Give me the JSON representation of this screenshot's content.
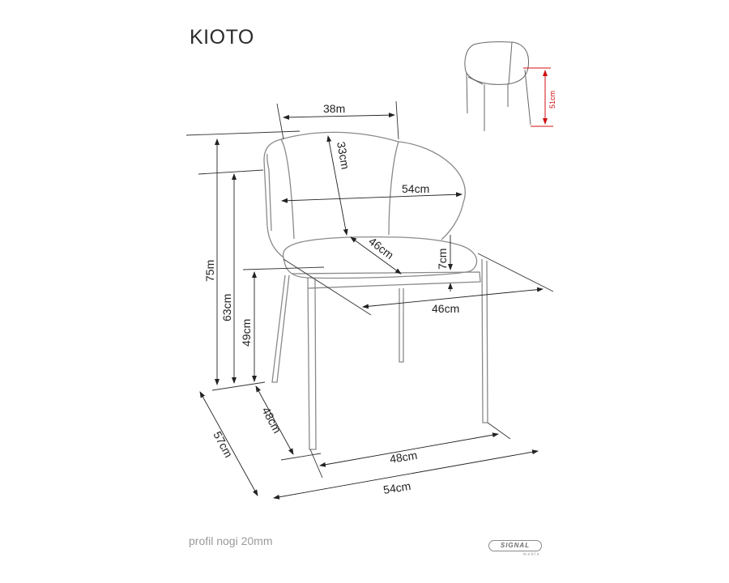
{
  "title": "KIOTO",
  "footer": {
    "note": "profil nogi 20mm",
    "brand": "SIGNAL",
    "brand_sub": "meble"
  },
  "dimensions": {
    "backrest_top_width": "38m",
    "backrest_height": "33cm",
    "backrest_width": "54cm",
    "seat_depth": "46cm",
    "seat_thickness": "7cm",
    "seat_width": "46cm",
    "total_height": "75m",
    "armrest_height": "63cm",
    "seat_height": "49cm",
    "leg_depth": "48cm",
    "total_depth": "57cm",
    "leg_width": "48cm",
    "total_width": "54cm",
    "rear_leg_height": "51cm"
  },
  "colors": {
    "line": "#333333",
    "outline": "#8a8a8a",
    "accent": "#d01010"
  }
}
